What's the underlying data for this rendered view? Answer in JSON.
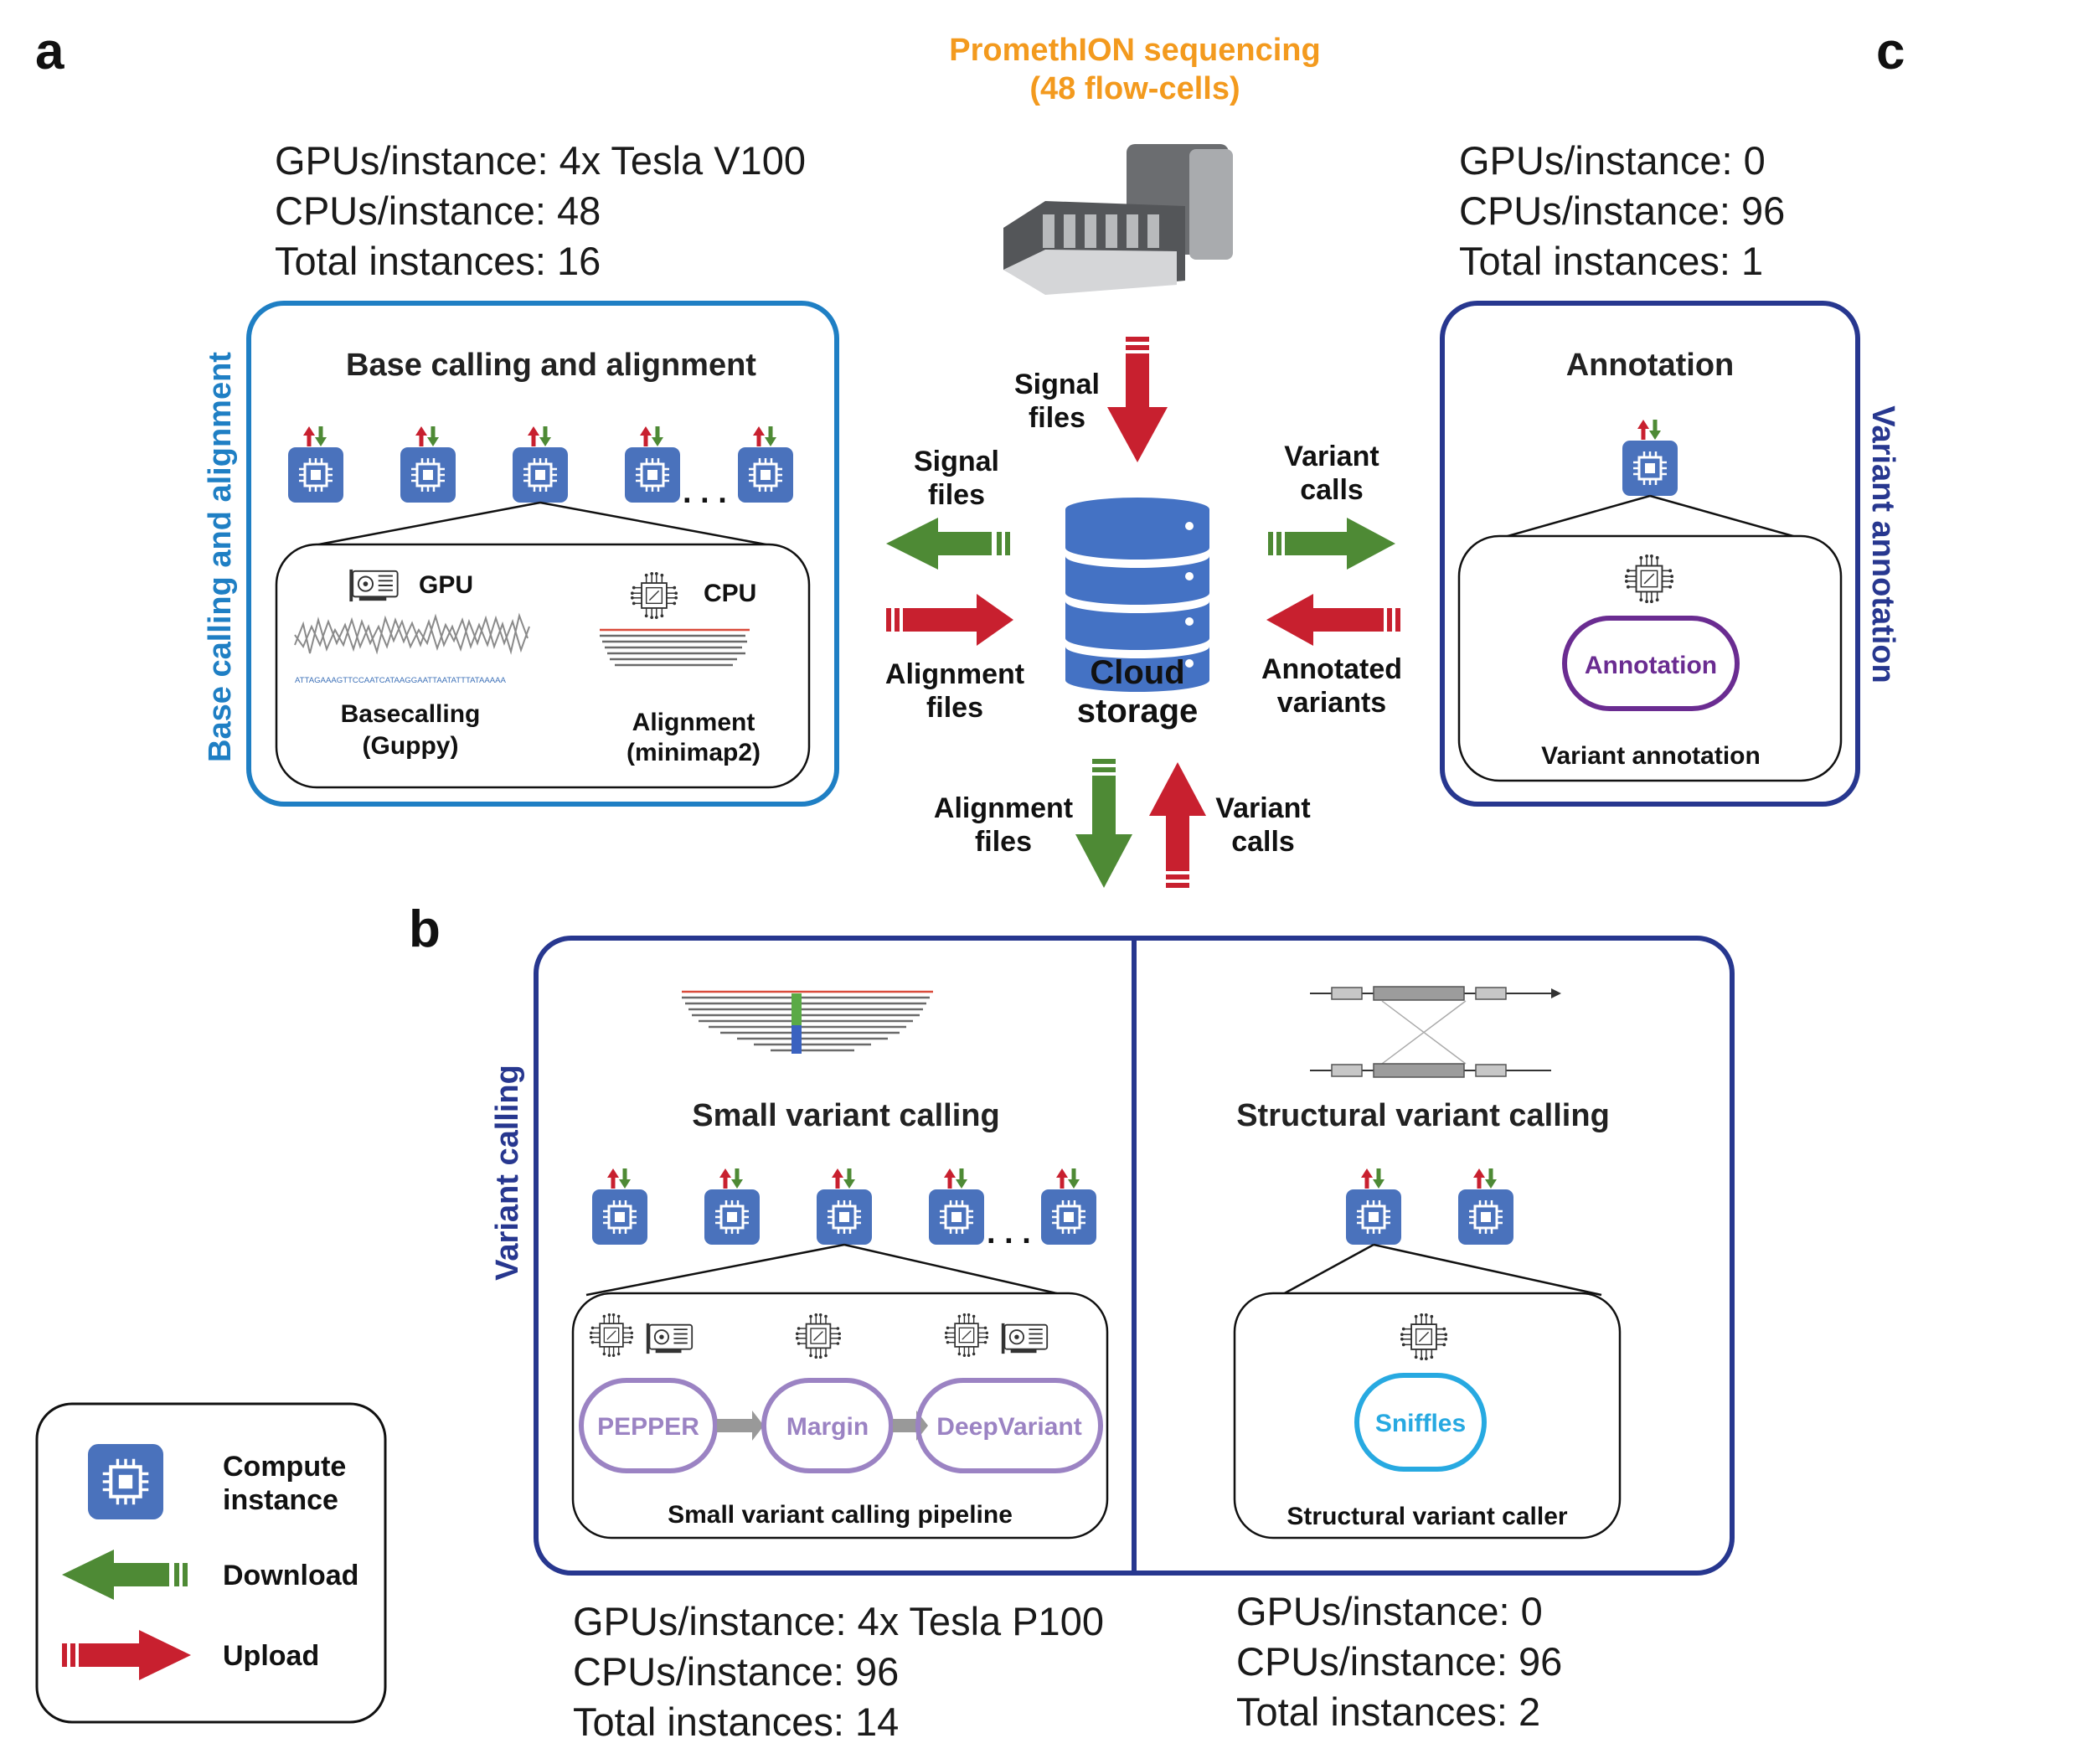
{
  "panels": {
    "a": "a",
    "b": "b",
    "c": "c"
  },
  "sequencing": {
    "line1": "PromethION sequencing",
    "line2": "(48 flow-cells)",
    "color": "#f39a1e"
  },
  "panel_a": {
    "specs": [
      "GPUs/instance:  4x Tesla V100",
      "CPUs/instance:  48",
      "Total instances: 16"
    ],
    "box_title": "Base calling and alignment",
    "side_label": "Base calling and alignment",
    "gpu_label": "GPU",
    "cpu_label": "CPU",
    "basecalling_line1": "Basecalling",
    "basecalling_line2": "(Guppy)",
    "alignment_line1": "Alignment",
    "alignment_line2": "(minimap2)",
    "sequence_text": "ATTAGAAAGTTCCAATCATAAGGAATTAATATTTATAAAAA",
    "ellipsis": ". . .",
    "border_color": "#1f7fc4"
  },
  "panel_c": {
    "specs": [
      "GPUs/instance:  0",
      "CPUs/instance:  96",
      "Total instances:  1"
    ],
    "box_title": "Annotation",
    "side_label": "Variant annotation",
    "tool": "Annotation",
    "caption": "Variant annotation",
    "border_color": "#27378f"
  },
  "panel_b": {
    "side_label": "Variant calling",
    "small_title": "Small variant calling",
    "structural_title": "Structural variant calling",
    "tools": [
      "PEPPER",
      "Margin",
      "DeepVariant"
    ],
    "pipeline_caption": "Small variant calling pipeline",
    "sv_tool": "Sniffles",
    "sv_caption": "Structural variant caller",
    "ellipsis": ". . .",
    "specs_left": [
      "GPUs/instance:  4x Tesla P100",
      "CPUs/instance:  96",
      "Total instances:  14"
    ],
    "specs_right": [
      "GPUs/instance:  0",
      "CPUs/instance:  96",
      "Total instances:  2"
    ],
    "border_color": "#27378f"
  },
  "center": {
    "signal_top": [
      "Signal",
      "files"
    ],
    "signal_left": [
      "Signal",
      "files"
    ],
    "alignment_left": [
      "Alignment",
      "files"
    ],
    "variant_right": [
      "Variant",
      "calls"
    ],
    "annotated_right": [
      "Annotated",
      "variants"
    ],
    "alignment_bottom": [
      "Alignment",
      "files"
    ],
    "variant_bottom": [
      "Variant",
      "calls"
    ],
    "storage": [
      "Cloud",
      "storage"
    ],
    "storage_color": "#4472c4"
  },
  "legend": {
    "compute": [
      "Compute",
      "instance"
    ],
    "download": "Download",
    "upload": "Upload"
  },
  "colors": {
    "download": "#4e8a35",
    "upload": "#c8202f",
    "instance": "#4a72bc",
    "pipeline_tool": "#9b83c3",
    "annotation_tool": "#6a2c91",
    "sv_tool": "#27a9e1"
  }
}
